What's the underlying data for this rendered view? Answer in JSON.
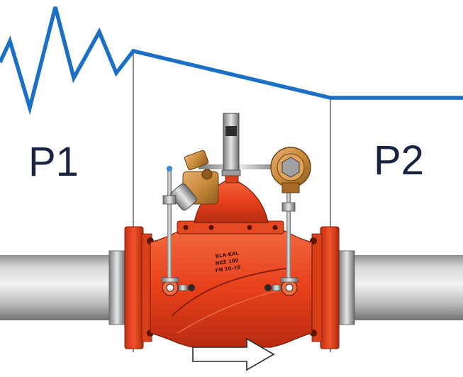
{
  "diagram": {
    "upstream_label": "P1",
    "downstream_label": "P2",
    "valve_marking": {
      "line1": "BLA-KAL",
      "line2": "NKE 100",
      "line3": "PN 10-16"
    },
    "flow_arrow_icon": "right-arrow-icon",
    "colors": {
      "pressure_line": "#1b6fc4",
      "valve_body": "#e8401c",
      "pilot_brass": "#c98a3a",
      "pipe": "#b4b6b8",
      "label_text": "#1a2340"
    }
  }
}
